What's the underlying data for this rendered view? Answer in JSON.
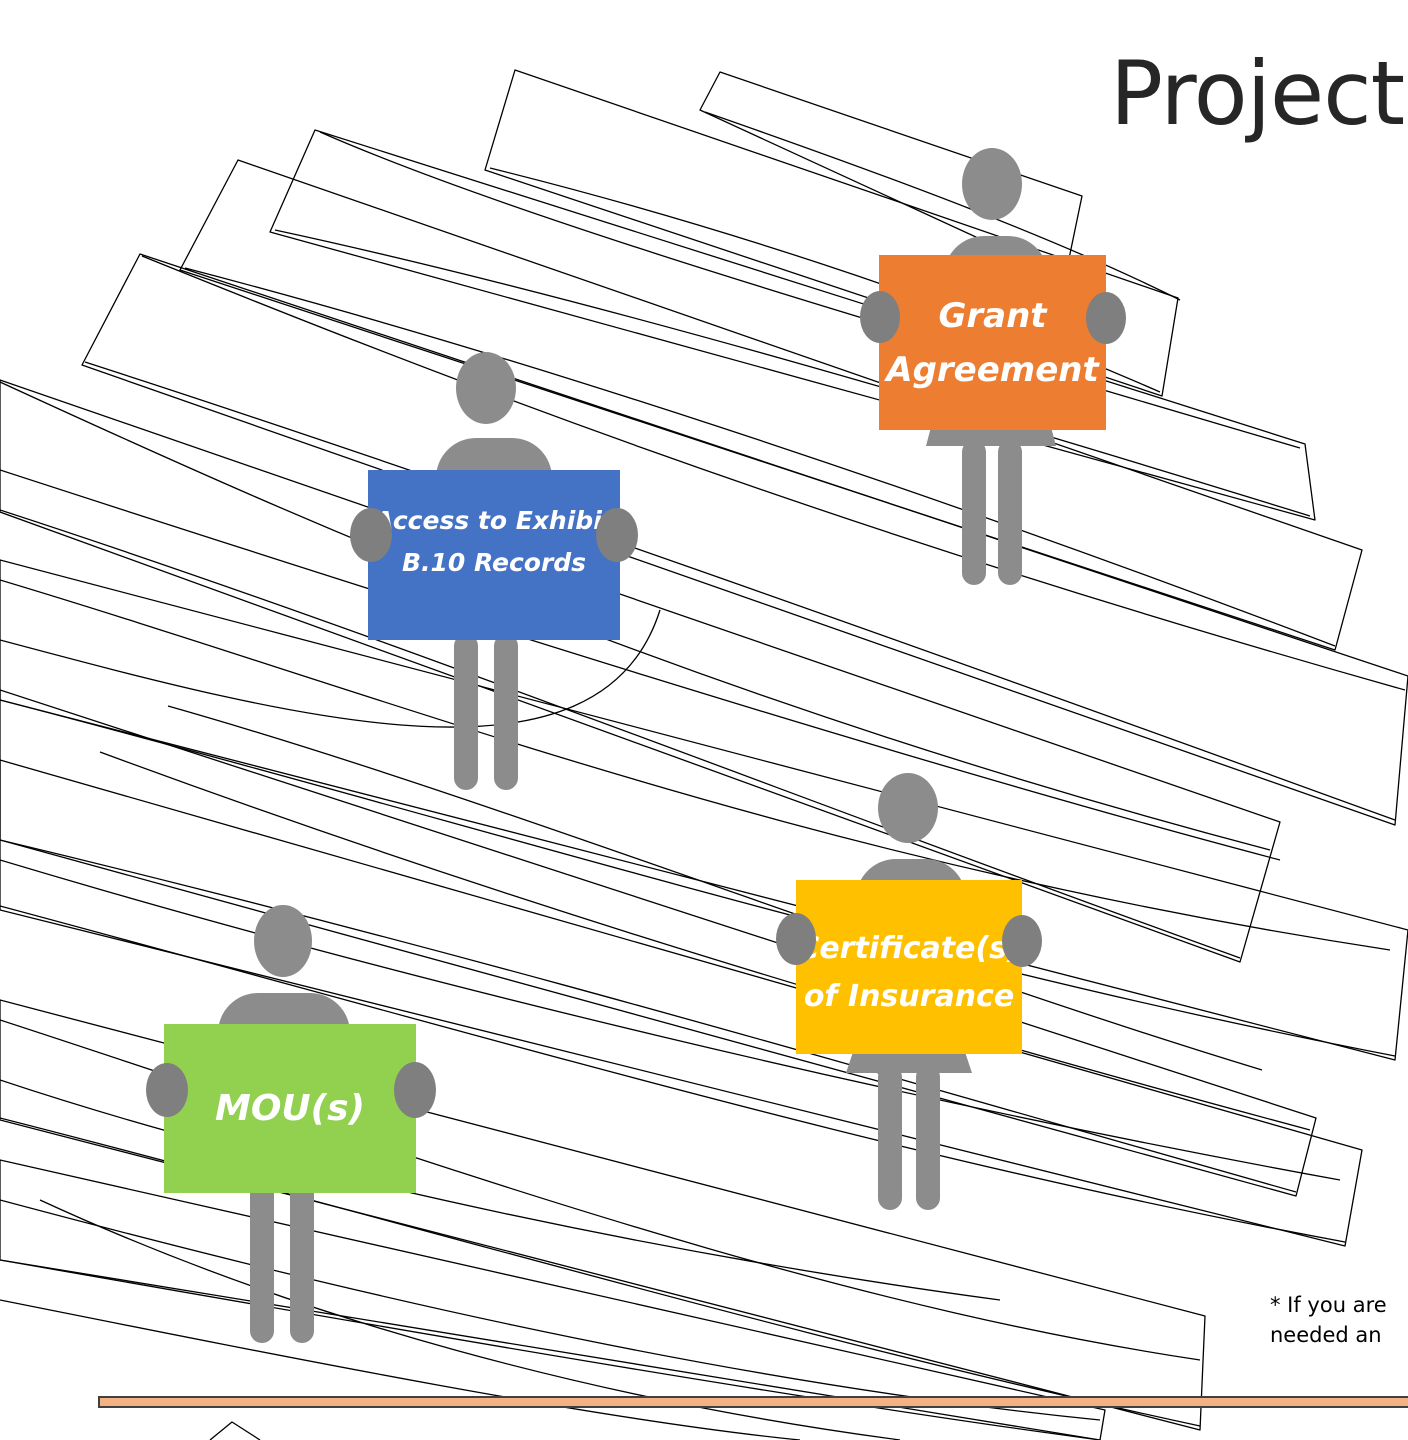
{
  "title": "Project",
  "footnote": {
    "line1": "* If you are",
    "line2": "needed an"
  },
  "colors": {
    "figure": "#8c8c8c",
    "hand": "#7f7f7f",
    "bar_fill": "#f4b183",
    "bar_border": "#404040"
  },
  "figures": [
    {
      "sign_line1": "Grant",
      "sign_line2": "Agreement",
      "sign_color": "#ed7d31"
    },
    {
      "sign_line1": "Access to Exhibit",
      "sign_line2": "B.10 Records",
      "sign_color": "#4472c4"
    },
    {
      "sign_line1": "Certificate(s)",
      "sign_line2": "of Insurance",
      "sign_color": "#ffc000"
    },
    {
      "sign_line1": "MOU(s)",
      "sign_line2": "",
      "sign_color": "#92d050"
    }
  ]
}
